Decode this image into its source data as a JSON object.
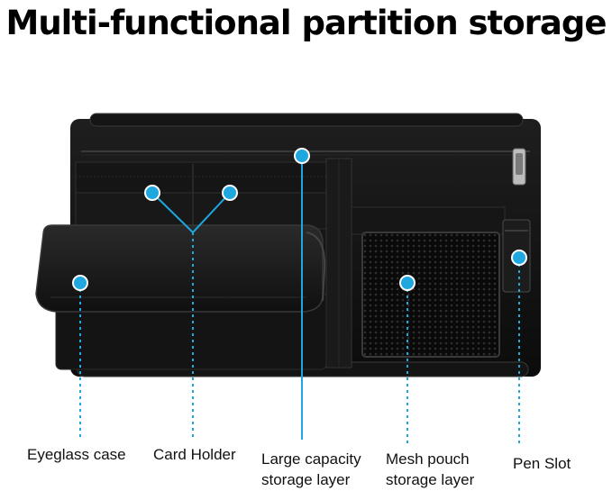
{
  "title": "Multi-functional partition storage",
  "accent_color": "#1fa7e0",
  "labels": {
    "eyeglass_case": "Eyeglass case",
    "card_holder": "Card Holder",
    "large_capacity_line1": "Large capacity",
    "large_capacity_line2": "storage layer",
    "mesh_pouch_line1": "Mesh pouch",
    "mesh_pouch_line2": "storage layer",
    "pen_slot": "Pen Slot"
  }
}
